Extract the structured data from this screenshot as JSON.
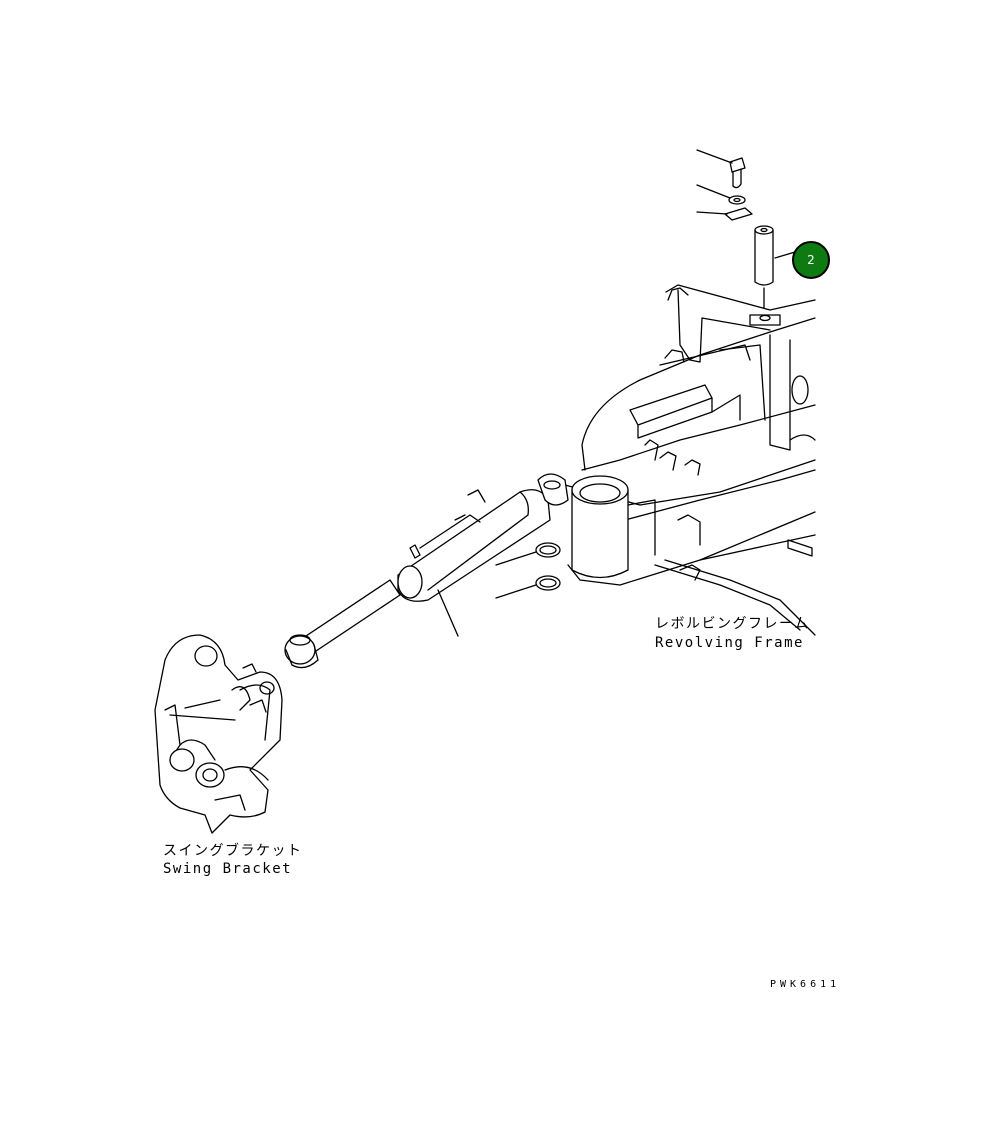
{
  "callout": {
    "number": "2",
    "color": "#0e7a12"
  },
  "labels": {
    "revolving_frame_jp": "レボルビングフレーム",
    "revolving_frame_en": "Revolving Frame",
    "swing_bracket_jp": "スイングブラケット",
    "swing_bracket_en": "Swing Bracket"
  },
  "drawing_code": "PWK6611"
}
